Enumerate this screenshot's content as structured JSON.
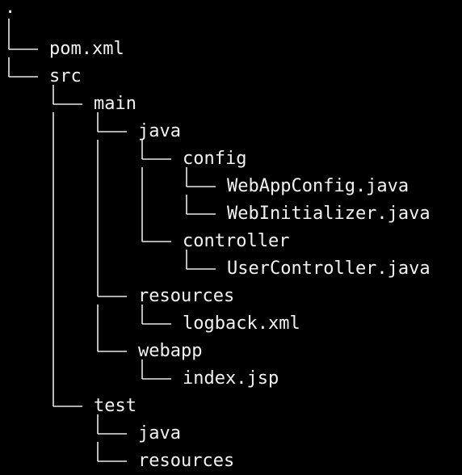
{
  "colors": {
    "background": "#000000",
    "text": "#f2f2f2",
    "lines": "#e8e8e8"
  },
  "tree": {
    "root": ".",
    "entries": [
      {
        "name": "pom.xml",
        "depth": 0,
        "last": false
      },
      {
        "name": "src",
        "depth": 0,
        "last": true
      },
      {
        "name": "main",
        "depth": 1,
        "last": false
      },
      {
        "name": "java",
        "depth": 2,
        "last": false
      },
      {
        "name": "config",
        "depth": 3,
        "last": false
      },
      {
        "name": "WebAppConfig.java",
        "depth": 4,
        "last": false
      },
      {
        "name": "WebInitializer.java",
        "depth": 4,
        "last": true
      },
      {
        "name": "controller",
        "depth": 3,
        "last": true
      },
      {
        "name": "UserController.java",
        "depth": 4,
        "last": true
      },
      {
        "name": "resources",
        "depth": 2,
        "last": false
      },
      {
        "name": "logback.xml",
        "depth": 3,
        "last": true
      },
      {
        "name": "webapp",
        "depth": 2,
        "last": true
      },
      {
        "name": "index.jsp",
        "depth": 3,
        "last": true
      },
      {
        "name": "test",
        "depth": 1,
        "last": true
      },
      {
        "name": "java",
        "depth": 2,
        "last": false
      },
      {
        "name": "resources",
        "depth": 2,
        "last": true
      }
    ]
  }
}
